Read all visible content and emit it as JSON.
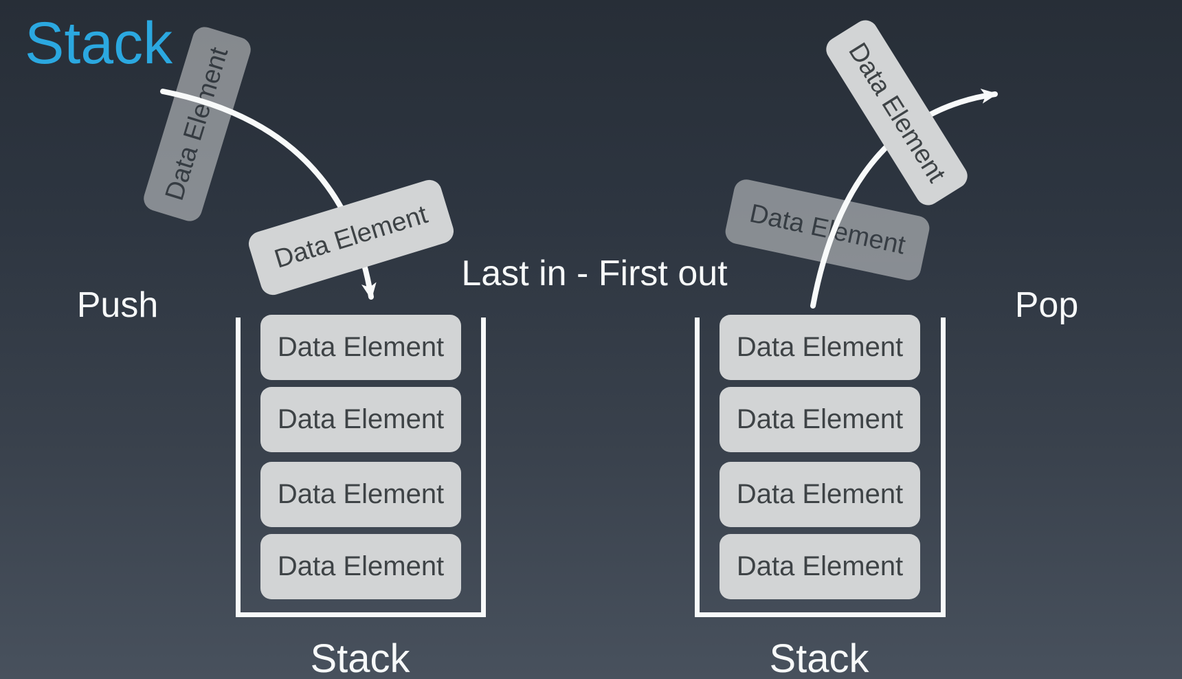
{
  "title": "Stack",
  "caption": "Last in - First out",
  "push_label": "Push",
  "pop_label": "Pop",
  "left_stack": {
    "label": "Stack",
    "items": [
      "Data Element",
      "Data Element",
      "Data Element",
      "Data Element"
    ]
  },
  "right_stack": {
    "label": "Stack",
    "items": [
      "Data Element",
      "Data Element",
      "Data Element",
      "Data Element"
    ]
  },
  "floating": {
    "push_incoming": "Data Element",
    "push_entering": "Data Element",
    "pop_leaving": "Data Element",
    "pop_outgoing": "Data Element"
  },
  "colors": {
    "background_top": "#272e37",
    "background_bottom": "#48515d",
    "accent_title": "#2BA8E0",
    "box_fill": "#d2d4d5",
    "box_text": "#3e4346",
    "line_white": "#f8fafa"
  }
}
